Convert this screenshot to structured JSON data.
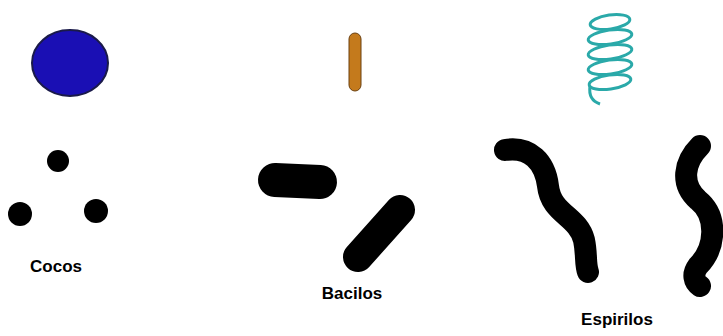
{
  "diagram": {
    "labels": [
      "Cocos",
      "Bacilos",
      "Espirilos"
    ]
  }
}
